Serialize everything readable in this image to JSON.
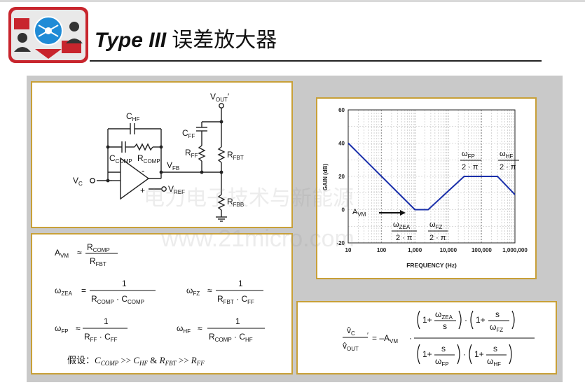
{
  "header": {
    "title_en": "Type III",
    "title_zh": "误差放大器"
  },
  "circuit": {
    "vout": "V",
    "vout_sub": "OUT",
    "vout_prime": "′",
    "chf": "C",
    "chf_sub": "HF",
    "ccomp": "C",
    "ccomp_sub": "COMP",
    "rcomp": "R",
    "rcomp_sub": "COMP",
    "cff": "C",
    "cff_sub": "FF",
    "rff": "R",
    "rff_sub": "FF",
    "rfbt": "R",
    "rfbt_sub": "FBT",
    "rfbb": "R",
    "rfbb_sub": "FBB",
    "vfb": "V",
    "vfb_sub": "FB",
    "vc": "V",
    "vc_sub": "C",
    "vref": "V",
    "vref_sub": "REF",
    "minus": "-",
    "plus": "+"
  },
  "equations": {
    "avm_lhs": "A",
    "avm_sub": "VM",
    "approx": "≈",
    "equals": "=",
    "avm_num": "R",
    "avm_num_sub": "COMP",
    "avm_den": "R",
    "avm_den_sub": "FBT",
    "wzea": "ω",
    "wzea_sub": "ZEA",
    "wzea_num": "1",
    "wzea_den": "R",
    "wzea_den_sub1": "COMP",
    "wzea_den_dot": " · C",
    "wzea_den_sub2": "COMP",
    "wfz": "ω",
    "wfz_sub": "FZ",
    "wfz_num": "1",
    "wfz_den": "R",
    "wfz_den_sub1": "FBT",
    "wfz_den_dot": " · C",
    "wfz_den_sub2": "FF",
    "wfp": "ω",
    "wfp_sub": "FP",
    "wfp_num": "1",
    "wfp_den": "R",
    "wfp_den_sub1": "FF",
    "wfp_den_dot": " · C",
    "wfp_den_sub2": "FF",
    "whf": "ω",
    "whf_sub": "HF",
    "whf_num": "1",
    "whf_den": "R",
    "whf_den_sub1": "COMP",
    "whf_den_dot": " · C",
    "whf_den_sub2": "HF",
    "assume_label": "假设：",
    "assume_c1": "C",
    "assume_c1_sub": "COMP",
    "assume_gg": " >> ",
    "assume_c2": "C",
    "assume_c2_sub": "HF",
    "assume_and": "  &  ",
    "assume_r1": "R",
    "assume_r1_sub": "FBT",
    "assume_r2": "R",
    "assume_r2_sub": "FF"
  },
  "transfer": {
    "lhs_num": "v̂",
    "lhs_num_sub": "C",
    "lhs_den": "v̂",
    "lhs_den_sub": "OUT",
    "lhs_prime": "′",
    "eq_neg": "= –A",
    "eq_neg_sub": "VM",
    "dot": "·",
    "one_plus": "1+",
    "num_f1_num": "ω",
    "num_f1_num_sub": "ZEA",
    "s": "s",
    "num_f2_den": "ω",
    "num_f2_den_sub": "FZ",
    "den_f1_den": "ω",
    "den_f1_den_sub": "FP",
    "den_f2_den": "ω",
    "den_f2_den_sub": "HF"
  },
  "chart_data": {
    "type": "line",
    "xlabel": "FREQUENCY (Hz)",
    "ylabel": "GAIN (dB)",
    "xscale": "log",
    "xlim": [
      10,
      1000000
    ],
    "ylim": [
      -20,
      60
    ],
    "x_ticks": [
      "10",
      "100",
      "1,000",
      "10,000",
      "100,000",
      "1,000,000"
    ],
    "y_ticks": [
      "-20",
      "0",
      "20",
      "40",
      "60"
    ],
    "grid": true,
    "color": "#1a2faa",
    "series": [
      {
        "x": [
          10,
          1000,
          2500,
          30000,
          300000,
          1000000
        ],
        "y": [
          40,
          0,
          0,
          20,
          20,
          9
        ]
      }
    ],
    "annotations": {
      "avm": "A",
      "avm_sub": "VM",
      "zea_num": "ω",
      "zea_num_sub": "ZEA",
      "zea_den": "2 · π",
      "fz_num": "ω",
      "fz_num_sub": "FZ",
      "fz_den": "2 · π",
      "fp_num": "ω",
      "fp_num_sub": "FP",
      "fp_den": "2 · π",
      "hf_num": "ω",
      "hf_num_sub": "HF",
      "hf_den": "2 · π"
    }
  },
  "watermark": {
    "line1": "电力电子技术与新能源",
    "line2": "www.21micro.com"
  }
}
